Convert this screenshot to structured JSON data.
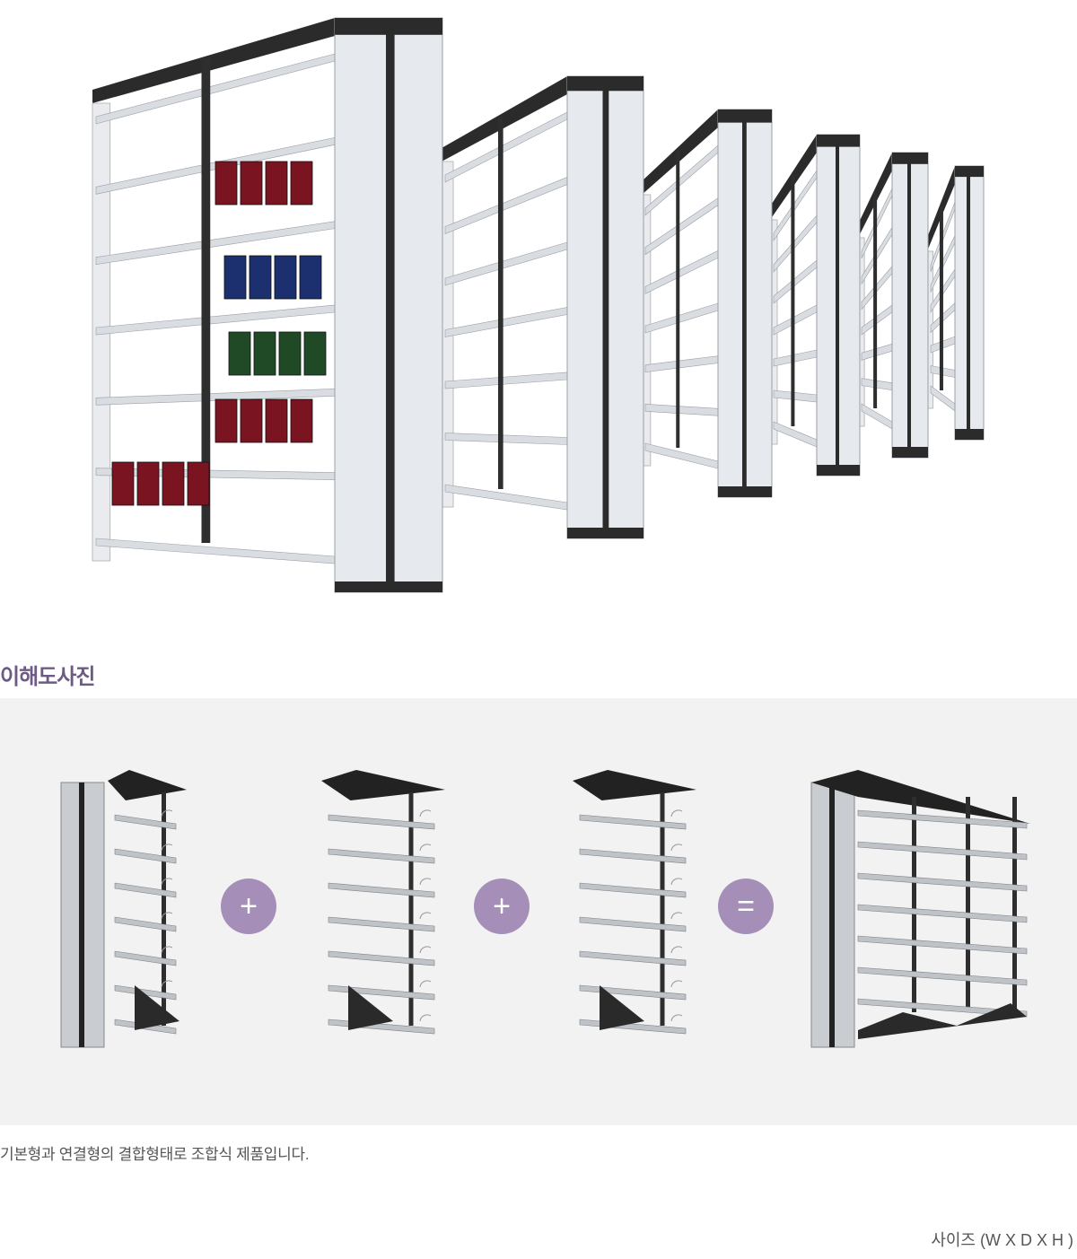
{
  "hero": {
    "image": "double-sided-library-bookshelf-row"
  },
  "section": {
    "title": "이해도사진"
  },
  "diagram": {
    "operators": {
      "plus": "+",
      "equals": "="
    },
    "units": [
      "basic-unit-icon",
      "connecting-unit-icon",
      "connecting-unit-icon",
      "combined-unit-icon"
    ]
  },
  "description": "기본형과 연결형의 결합형태로 조합식 제품입니다.",
  "size_label": "사이즈 (W X D X H )",
  "colors": {
    "accent": "#6e5a85",
    "operator_circle": "#a58fb8",
    "panel_bg": "#f2f2f2",
    "frame_dark": "#2a2a2a"
  }
}
